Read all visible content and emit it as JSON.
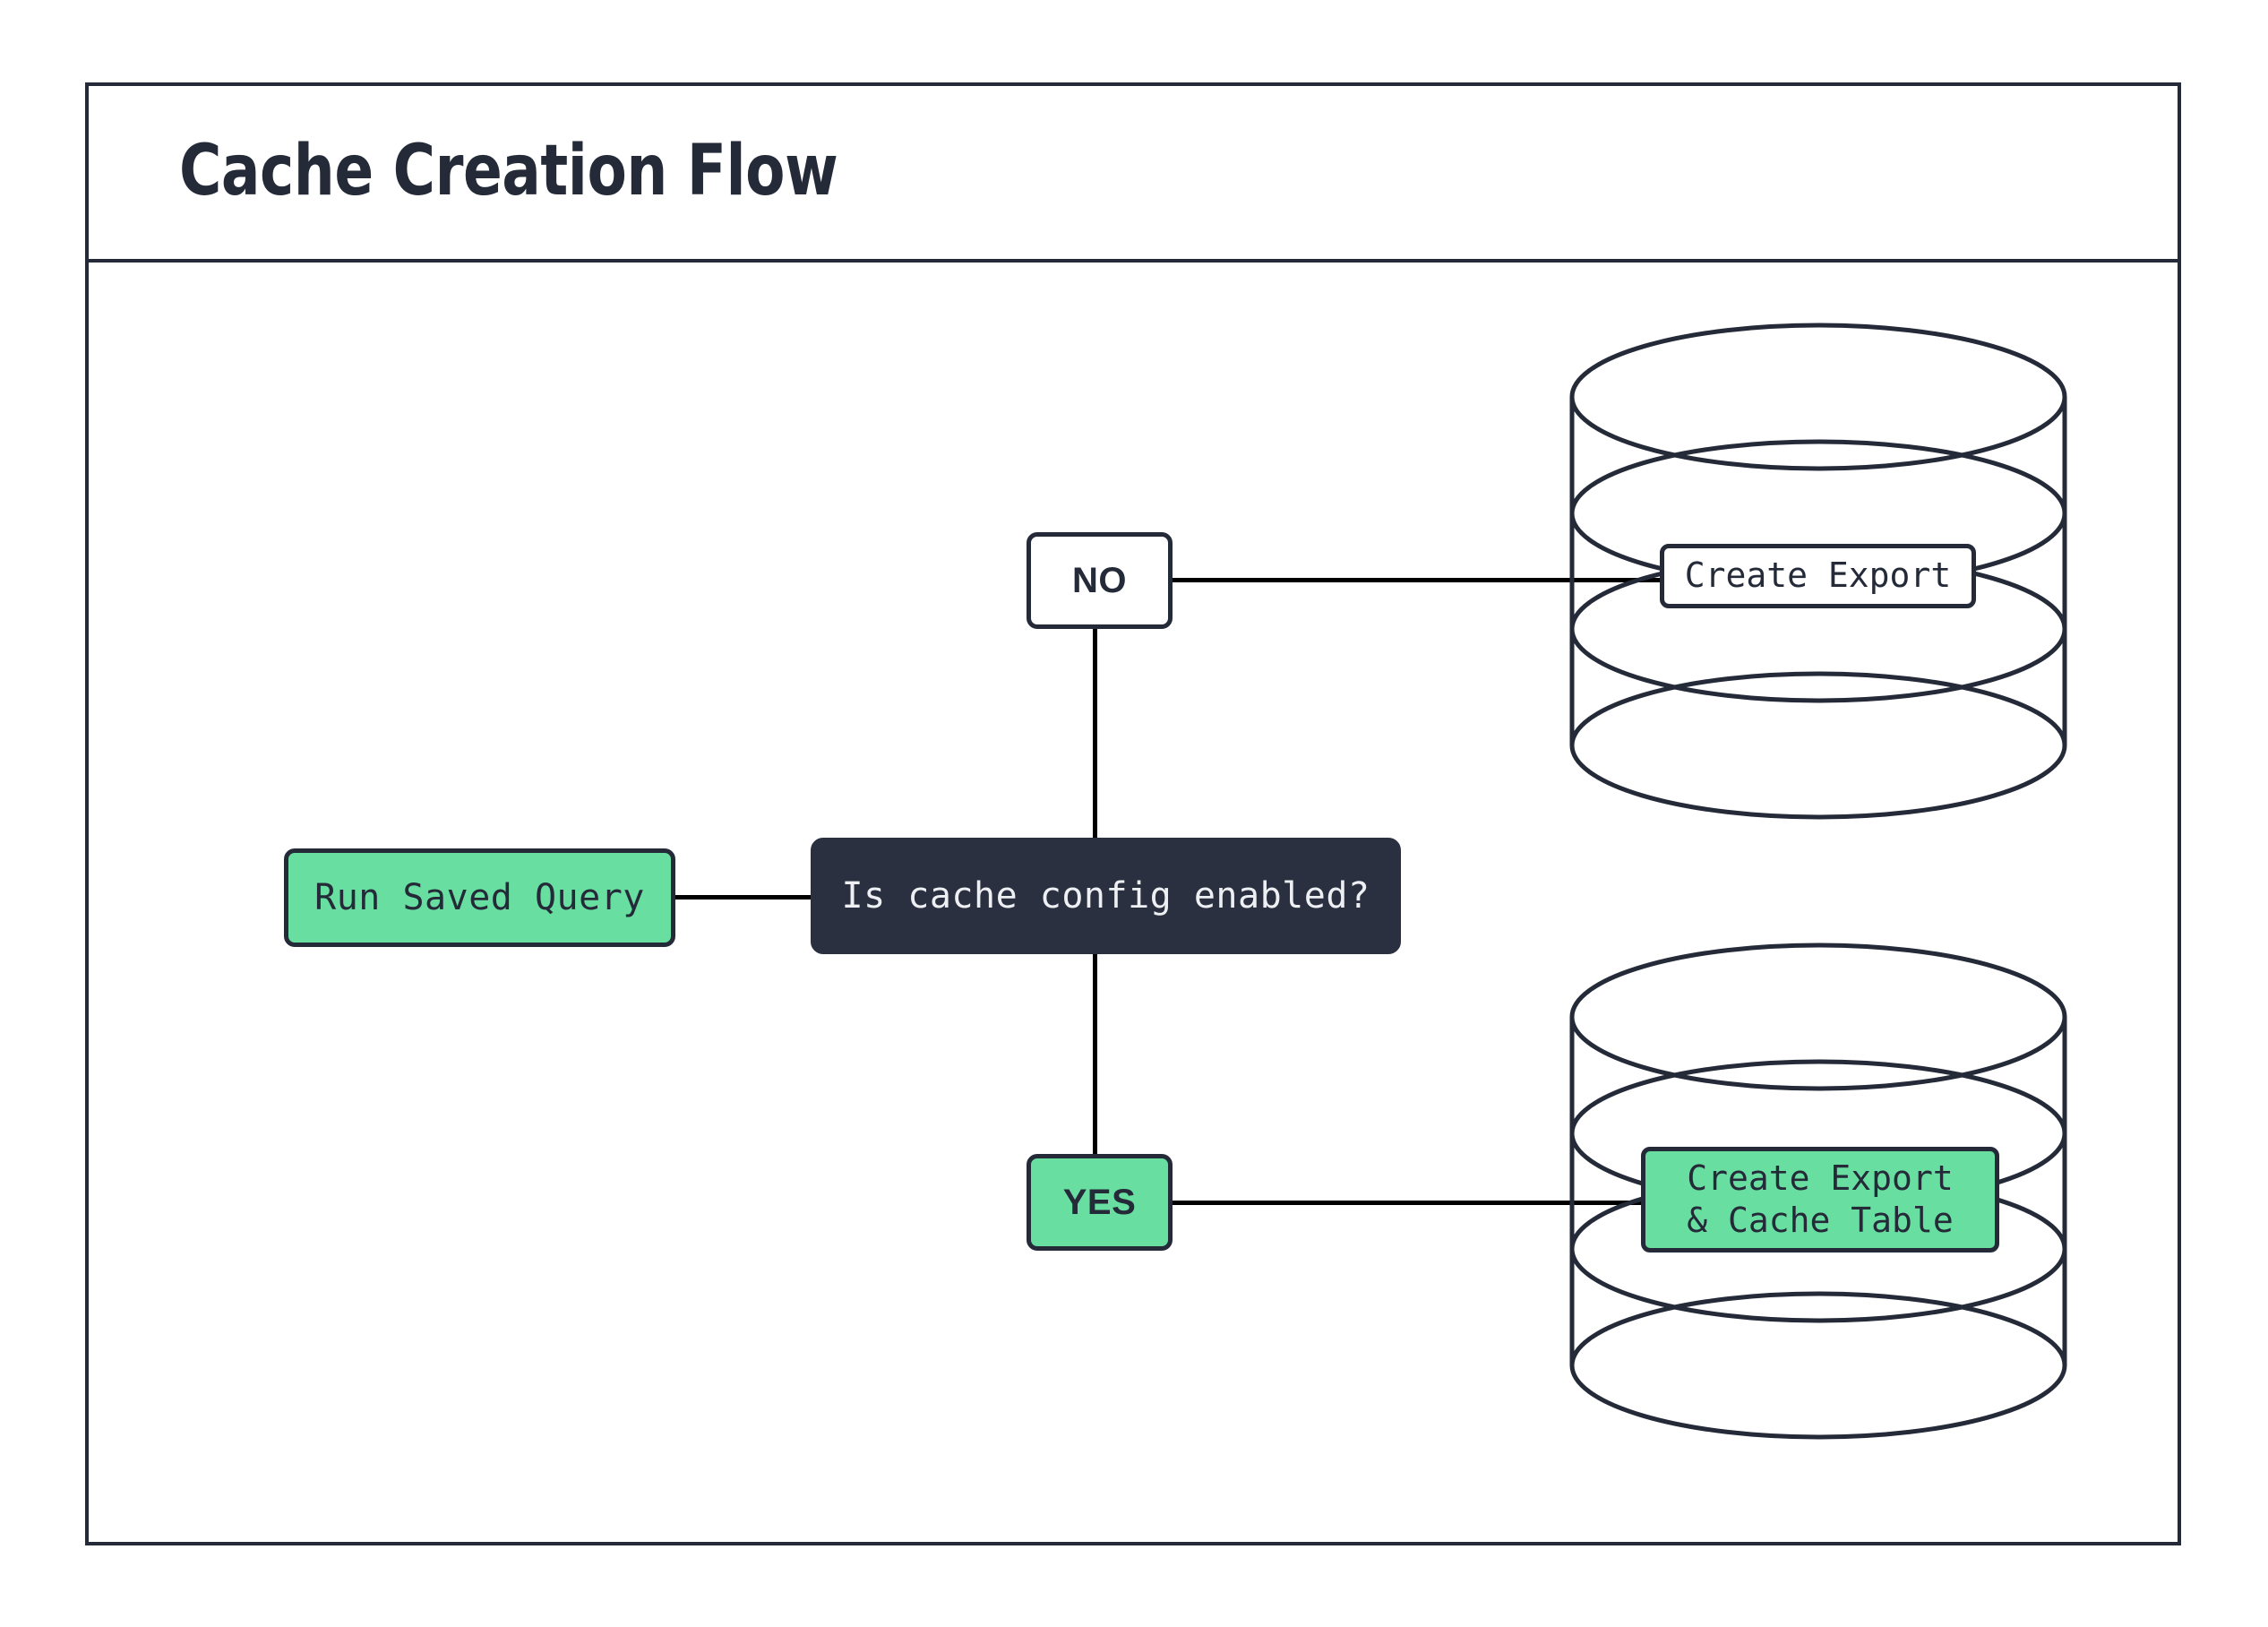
{
  "diagram": {
    "title": "Cache Creation Flow",
    "type": "flowchart",
    "colors": {
      "accent_green": "#69DEA1",
      "dark_navy": "#242A38",
      "decision_fill": "#2A3040",
      "decision_text": "#EDEFF3",
      "white": "#FFFFFF",
      "edge": "#000000"
    },
    "nodes": [
      {
        "id": "run-saved-query",
        "label": "Run Saved Query",
        "shape": "rounded-rect",
        "style": "green",
        "font": "mono"
      },
      {
        "id": "decision",
        "label": "Is cache config enabled?",
        "shape": "rounded-rect",
        "style": "dark",
        "font": "mono"
      },
      {
        "id": "no",
        "label": "NO",
        "shape": "rounded-rect",
        "style": "white",
        "font": "sans"
      },
      {
        "id": "yes",
        "label": "YES",
        "shape": "rounded-rect",
        "style": "green",
        "font": "sans"
      },
      {
        "id": "create-export",
        "label": "Create Export",
        "shape": "database-cylinder",
        "style": "white",
        "font": "mono"
      },
      {
        "id": "create-export-cache",
        "label": "Create Export\n& Cache Table",
        "label_line1": "Create Export",
        "label_line2": "& Cache Table",
        "shape": "database-cylinder",
        "style": "green",
        "font": "mono"
      }
    ],
    "edges": [
      {
        "from": "run-saved-query",
        "to": "decision",
        "label": ""
      },
      {
        "from": "decision",
        "to": "no",
        "label": ""
      },
      {
        "from": "no",
        "to": "create-export",
        "label": ""
      },
      {
        "from": "decision",
        "to": "yes",
        "label": ""
      },
      {
        "from": "yes",
        "to": "create-export-cache",
        "label": ""
      }
    ]
  }
}
